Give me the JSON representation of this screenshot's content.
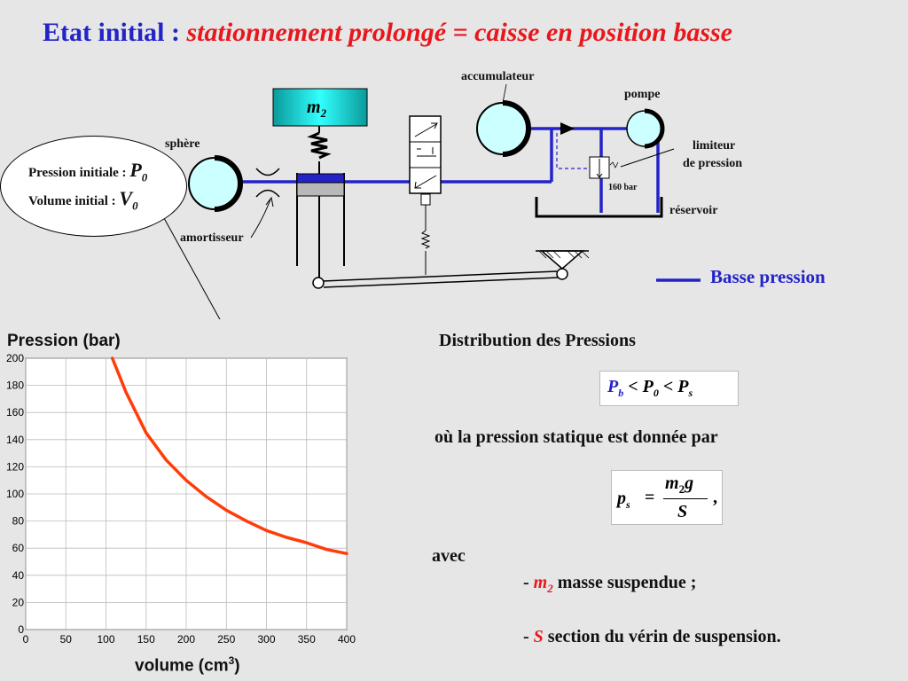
{
  "title": {
    "main": "Etat initial : ",
    "subtitle": "stationnement prolongé  =  caisse en position basse"
  },
  "labels": {
    "accumulateur": "accumulateur",
    "pompe": "pompe",
    "sphere": "sphère",
    "limiteur_line1": "limiteur",
    "limiteur_line2": "de pression",
    "limiteur_value": "160 bar",
    "reservoir": "réservoir",
    "amortisseur": "amortisseur",
    "mass_symbol": "m",
    "mass_subscript": "2"
  },
  "legend": {
    "label": "Basse pression",
    "color": "#2323c8"
  },
  "ellipse": {
    "line1_text": "Pression initiale : ",
    "line1_symbol": "P",
    "line1_sub": "0",
    "line2_text": "Volume initial : ",
    "line2_symbol": "V",
    "line2_sub": "0"
  },
  "distribution": {
    "heading": "Distribution des Pressions",
    "inequality": {
      "a": "P",
      "a_sub": "b",
      "op1": "<",
      "b": "P",
      "b_sub": "0",
      "op2": "<",
      "c": "P",
      "c_sub": "s"
    },
    "static_text": "où la pression statique est donnée par",
    "formula": {
      "lhs": "p",
      "lhs_sub": "s",
      "eq": "=",
      "numerator": "m",
      "num_sub": "2",
      "num_tail": "g",
      "denominator": "S",
      "comma": ","
    },
    "avec": "avec",
    "items": [
      {
        "dash": "-  ",
        "symbol": "m",
        "symbol_sub": "2",
        "text": " masse suspendue ;"
      },
      {
        "dash": "- ",
        "symbol": "S",
        "symbol_sub": "",
        "text": " section du vérin de suspension."
      }
    ]
  },
  "colors": {
    "blue": "#2323c8",
    "red": "#e8171d",
    "curve": "#ff3c0a",
    "accent_teal": "#1aa8a8",
    "sphere_fill": "#ccffff"
  },
  "chart_data": {
    "type": "line",
    "title": "Pression (bar)",
    "xlabel_text": "volume (cm",
    "xlabel_sup": "3",
    "xlabel_close": ")",
    "xlim": [
      0,
      400
    ],
    "ylim": [
      0,
      200
    ],
    "x_ticks": [
      0,
      50,
      100,
      150,
      200,
      250,
      300,
      350,
      400
    ],
    "y_ticks": [
      0,
      20,
      40,
      60,
      80,
      100,
      120,
      140,
      160,
      180,
      200
    ],
    "grid": true,
    "series": [
      {
        "x": [
          108,
          125,
          150,
          175,
          200,
          225,
          250,
          275,
          300,
          325,
          350,
          375,
          400
        ],
        "y": [
          200,
          175,
          145,
          125,
          110,
          98,
          88,
          80,
          73,
          68,
          64,
          59,
          56
        ]
      }
    ]
  }
}
